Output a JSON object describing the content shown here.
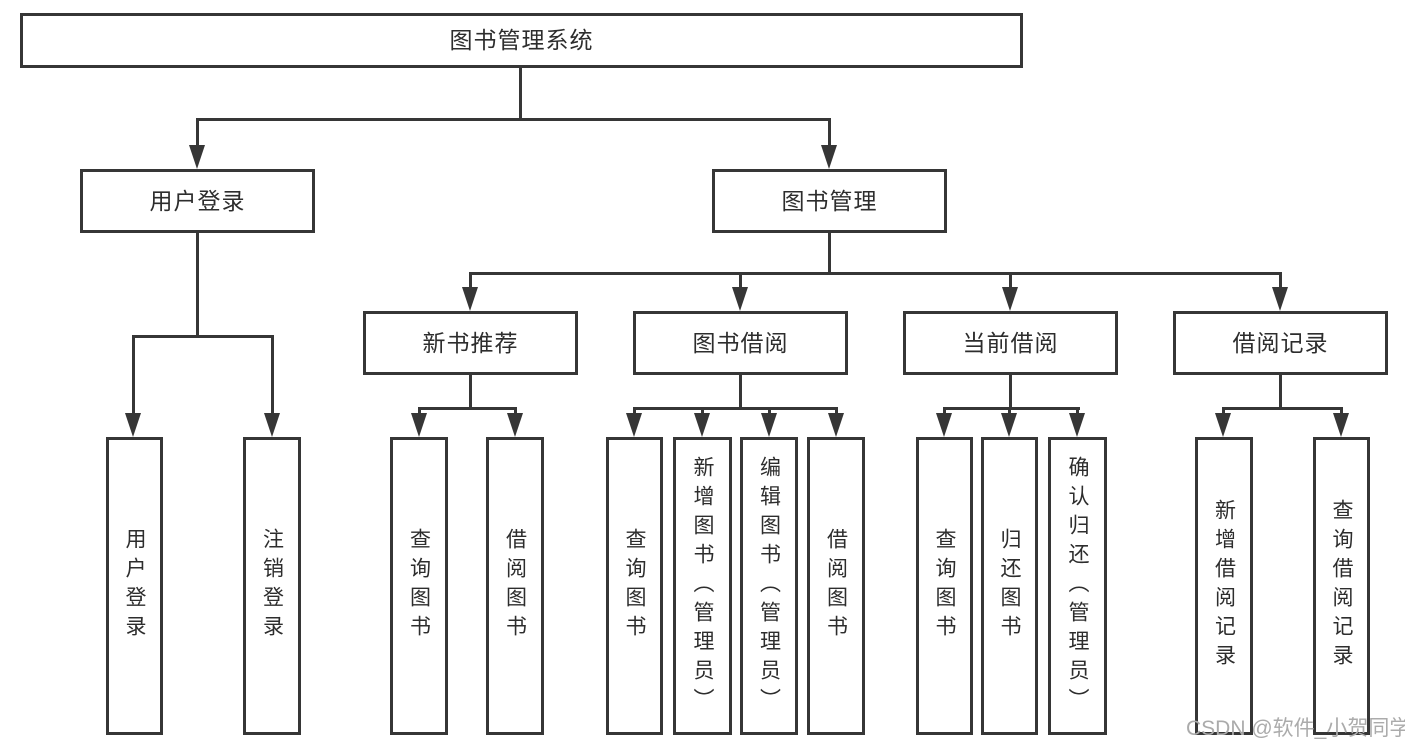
{
  "diagram": {
    "nodes": {
      "root": "图书管理系统",
      "user_login": "用户登录",
      "book_management": "图书管理",
      "new_book_recommend": "新书推荐",
      "book_borrowing": "图书借阅",
      "current_borrowing": "当前借阅",
      "borrowing_records": "借阅记录",
      "leaf_user_login": "用户登录",
      "leaf_logout": "注销登录",
      "leaf_query_book_a": "查询图书",
      "leaf_borrow_book_a": "借阅图书",
      "leaf_query_book_b": "查询图书",
      "leaf_add_book_admin": "新增图书（管理员）",
      "leaf_edit_book_admin": "编辑图书（管理员）",
      "leaf_borrow_book_b": "借阅图书",
      "leaf_query_book_c": "查询图书",
      "leaf_return_book": "归还图书",
      "leaf_confirm_return_admin": "确认归还（管理员）",
      "leaf_add_borrow_record": "新增借阅记录",
      "leaf_query_borrow_record": "查询借阅记录"
    },
    "watermark": "CSDN @软件_小贺同学",
    "colors": {
      "line": "#363636",
      "text": "#2d2d2d",
      "background": "#ffffff",
      "watermark": "#ababab"
    }
  }
}
